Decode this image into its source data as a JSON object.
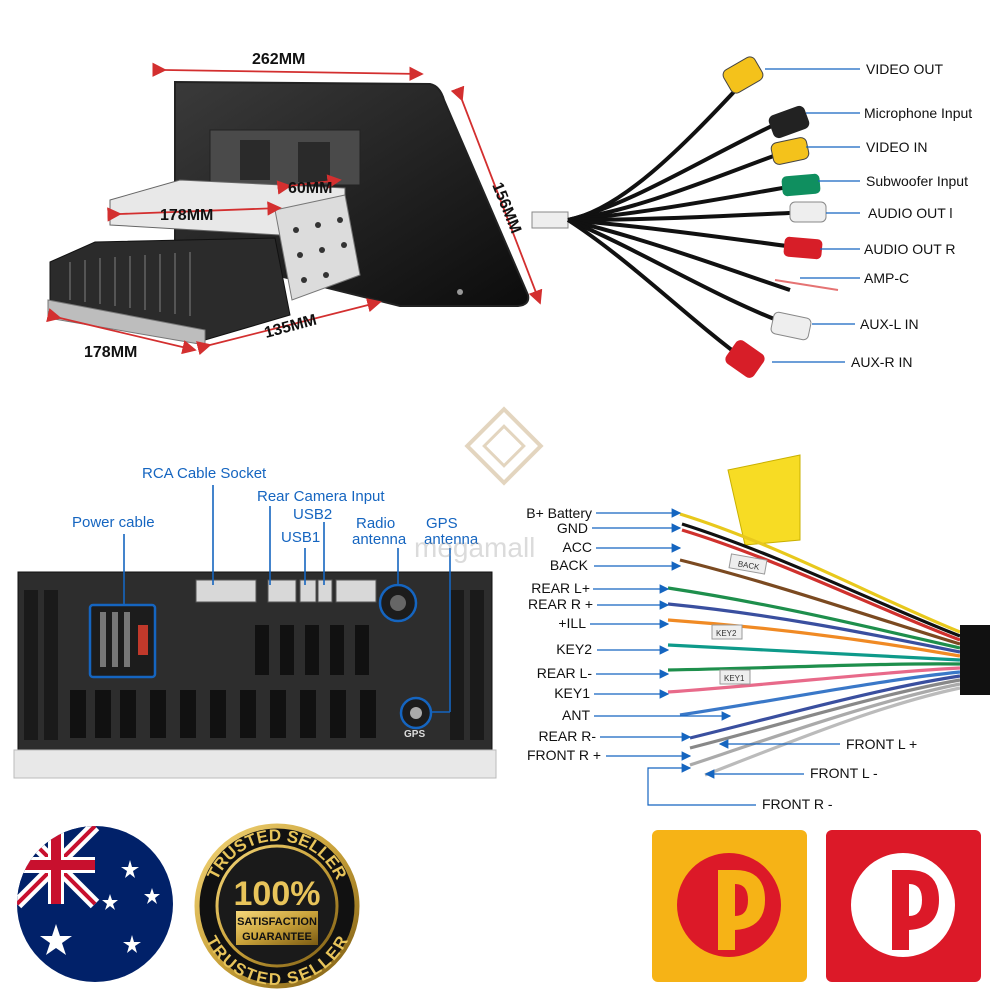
{
  "dimensions": {
    "width_top": "262MM",
    "height": "156MM",
    "depth_side": "178MM",
    "depth_bottom": "178MM",
    "bracket_height": "60MM",
    "bottom_width": "135MM"
  },
  "rca_cables": {
    "labels": [
      "VIDEO OUT",
      "Microphone Input",
      "VIDEO IN",
      "Subwoofer Input",
      "AUDIO OUT l",
      "AUDIO OUT R",
      "AMP-C",
      "AUX-L IN",
      "AUX-R IN"
    ]
  },
  "rear_panel": {
    "rca_socket": "RCA Cable Socket",
    "rear_camera": "Rear Camera Input",
    "usb2": "USB2",
    "usb1": "USB1",
    "power_cable": "Power cable",
    "radio_antenna": "Radio\nantenna",
    "radio_line1": "Radio",
    "radio_line2": "antenna",
    "gps_line1": "GPS",
    "gps_line2": "antenna",
    "gps_mark": "GPS",
    "watermark": "megamall"
  },
  "harness": {
    "left_labels": [
      "B+ Battery",
      "GND",
      "ACC",
      "BACK",
      "REAR L+",
      "REAR R +",
      "+ILL",
      "KEY2",
      "REAR L-",
      "KEY1",
      "ANT",
      "REAR R-",
      "FRONT R +"
    ],
    "right_labels": [
      "FRONT L +",
      "FRONT L -",
      "FRONT R -"
    ],
    "tags": [
      "BACK",
      "KEY2",
      "KEY1"
    ]
  },
  "badges": {
    "trusted_top": "TRUSTED SELLER",
    "percent": "100%",
    "satisfaction": "SATISFACTION",
    "guarantee": "GUARANTEE",
    "trusted_bottom": "TRUSTED SELLER"
  },
  "colors": {
    "accent_blue": "#1565c0",
    "dim_red": "#d32f2f",
    "auspost_yellow": "#f6b316",
    "auspost_red": "#dc1928"
  }
}
